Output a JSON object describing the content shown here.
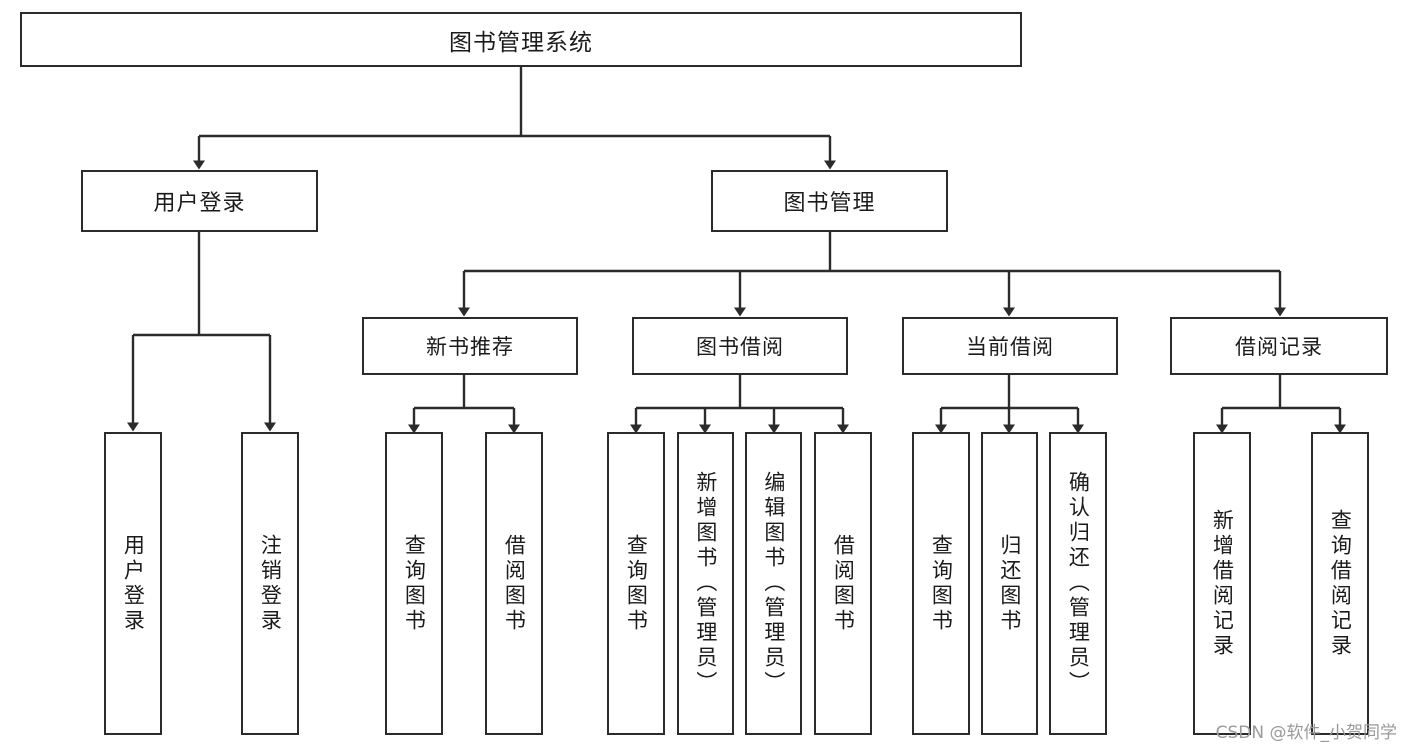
{
  "diagram": {
    "title": "图书管理系统",
    "watermark": "CSDN @软件_小贺同学",
    "line_color": "#2b2b2b",
    "box_fill": "#ffffff",
    "text_color": "#1b1b1b"
  },
  "root": {
    "label": "图书管理系统"
  },
  "level2": [
    {
      "label": "用户登录"
    },
    {
      "label": "图书管理"
    }
  ],
  "level3": [
    {
      "label": "新书推荐"
    },
    {
      "label": "图书借阅"
    },
    {
      "label": "当前借阅"
    },
    {
      "label": "借阅记录"
    }
  ],
  "leaves": {
    "user_login": [
      {
        "label": "用户登录"
      },
      {
        "label": "注销登录"
      }
    ],
    "new_book": [
      {
        "label": "查询图书"
      },
      {
        "label": "借阅图书"
      }
    ],
    "borrow_book": [
      {
        "label": "查询图书"
      },
      {
        "label": "新增图书（管理员）"
      },
      {
        "label": "编辑图书（管理员）"
      },
      {
        "label": "借阅图书"
      }
    ],
    "current_borrow": [
      {
        "label": "查询图书"
      },
      {
        "label": "归还图书"
      },
      {
        "label": "确认归还（管理员）"
      }
    ],
    "borrow_record": [
      {
        "label": "新增借阅记录"
      },
      {
        "label": "查询借阅记录"
      }
    ]
  }
}
